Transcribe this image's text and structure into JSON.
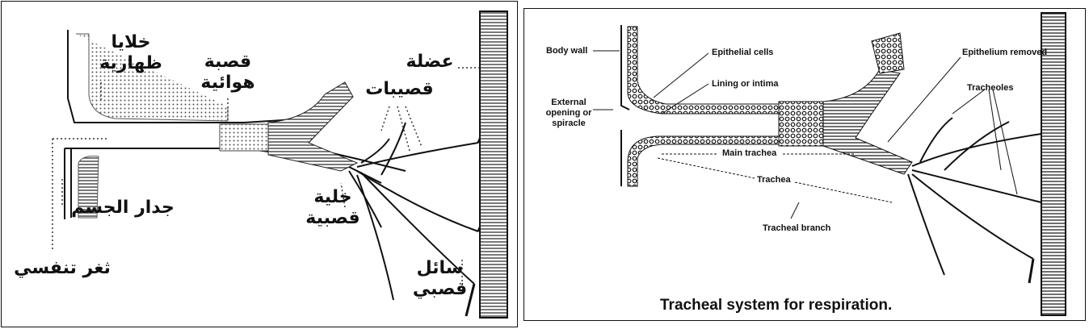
{
  "left_panel": {
    "labels": {
      "epithelial_cells": "خلايا ظهارية",
      "trachea": "قصبة هوائية",
      "muscle": "عضلة",
      "tracheoles": "قصيبات",
      "body_wall": "جدار الجسم",
      "tracheal_cell": "خلية قصبية",
      "spiracle": "ثغر تنفسي",
      "tracheal_fluid": "سائل قصبي"
    }
  },
  "right_panel": {
    "labels": {
      "body_wall": "Body wall",
      "epithelial_cells": "Epithelial cells",
      "lining": "Lining or intima",
      "external_opening": "External opening or spiracle",
      "main_trachea": "Main trachea",
      "trachea": "Trachea",
      "tracheal_branch": "Tracheal branch",
      "epithelium_removed": "Epithelium removed",
      "tracheoles": "Tracheoles"
    },
    "caption": "Tracheal system for respiration."
  }
}
